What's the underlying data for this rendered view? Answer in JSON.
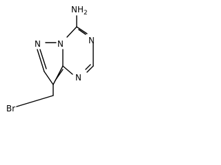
{
  "molecule": {
    "labels": {
      "amino": "NH",
      "amino_subscript": "2",
      "n_triazine_top": "N",
      "n_triazine_bottom": "N",
      "n_pyrazole": "N",
      "n_bridgehead": "N",
      "bromo": "Br"
    }
  }
}
